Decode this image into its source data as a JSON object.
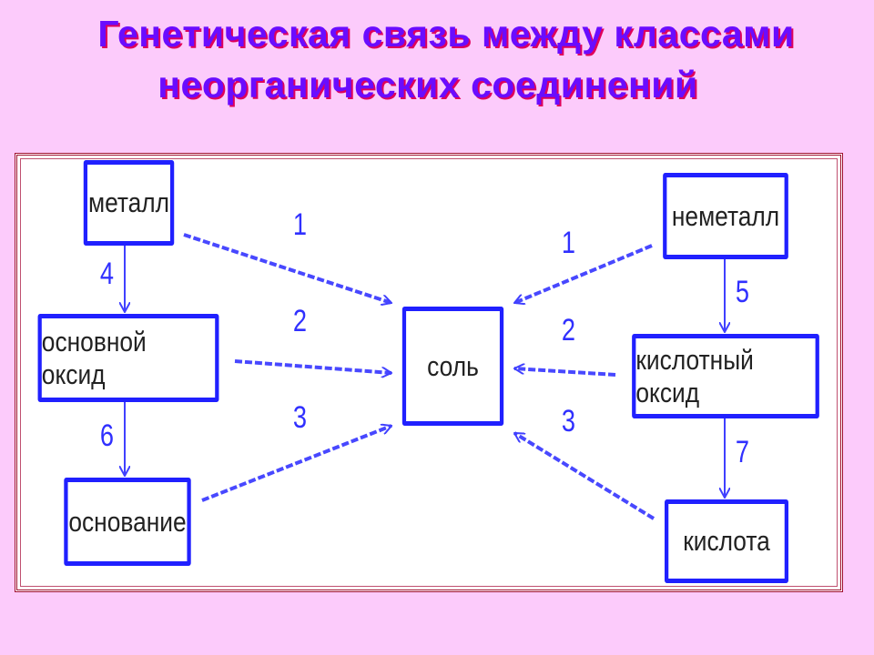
{
  "title": {
    "line1": "Генетическая связь между классами",
    "line2": "неорганических соединений"
  },
  "nodes": {
    "metal": "металл",
    "basic_oxide": "основной оксид",
    "base": "основание",
    "salt": "соль",
    "nonmetal": "неметалл",
    "acid_oxide": "кислотный оксид",
    "acid": "кислота"
  },
  "labels": {
    "l1": "1",
    "l2": "2",
    "l3": "3",
    "r1": "1",
    "r2": "2",
    "r3": "3",
    "n4": "4",
    "n5": "5",
    "n6": "6",
    "n7": "7"
  },
  "colors": {
    "background": "#fccbfb",
    "title": "#6a0cff",
    "box_border": "#2020ff",
    "frame": "#a01030"
  }
}
